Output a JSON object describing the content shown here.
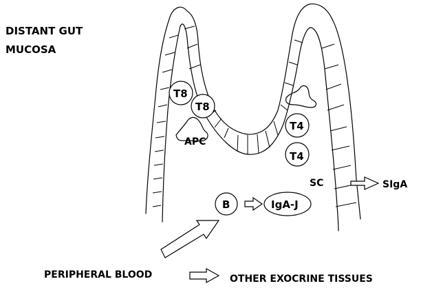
{
  "labels": {
    "distant_gut_line1": "DISTANT GUT",
    "distant_gut_line2": "MUCOSA",
    "t8_a": "T8",
    "t8_b": "T8",
    "apc": "APC",
    "t4_a": "T4",
    "t4_b": "T4",
    "sc": "SC",
    "sigA": "SIgA",
    "b_cell": "B",
    "iga_j": "IgA-J",
    "peripheral_blood": "PERIPHERAL BLOOD",
    "other_exocrine": "OTHER EXOCRINE TISSUES"
  }
}
